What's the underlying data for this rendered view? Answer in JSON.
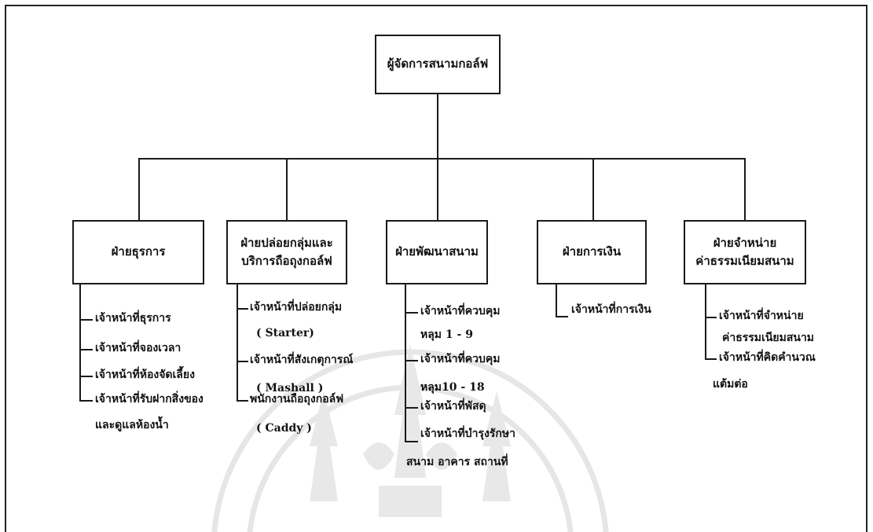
{
  "top": {
    "label": "ผู้จัดการสนามกอล์ฟ"
  },
  "departments": [
    {
      "label_lines": [
        "ฝ่ายธุรการ"
      ],
      "items": [
        {
          "text": "เจ้าหน้าที่ธุรการ"
        },
        {
          "text": "เจ้าหน้าที่จองเวลา"
        },
        {
          "text": "เจ้าหน้าที่ห้องจัดเลี้ยง"
        },
        {
          "text": "เจ้าหน้าที่รับฝากสิ่งของ",
          "cont": "และดูแลห้องน้ำ"
        }
      ]
    },
    {
      "label_lines": [
        "ฝ่ายปล่อยกลุ่มและ",
        "บริการถือถุงกอล์ฟ"
      ],
      "items": [
        {
          "text": "เจ้าหน้าที่ปล่อยกลุ่ม",
          "cont": "( Starter)"
        },
        {
          "text": "เจ้าหน้าที่สังเกตุการณ์",
          "cont": "( Mashall )"
        },
        {
          "text": "พนักงานถือถุงกอล์ฟ",
          "cont": "( Caddy )"
        }
      ]
    },
    {
      "label_lines": [
        "ฝ่ายพัฒนาสนาม"
      ],
      "items": [
        {
          "text": "เจ้าหน้าที่ควบคุม",
          "cont": "หลุม 1 - 9"
        },
        {
          "text": "เจ้าหน้าที่ควบคุม",
          "cont": "หลุม10 - 18"
        },
        {
          "text": "เจ้าหน้าที่พัสดุ"
        },
        {
          "text": "เจ้าหน้าที่บำรุงรักษา",
          "cont": "สนาม อาคาร สถานที่"
        }
      ]
    },
    {
      "label_lines": [
        "ฝ่ายการเงิน"
      ],
      "items": [
        {
          "text": "เจ้าหน้าที่การเงิน"
        }
      ]
    },
    {
      "label_lines": [
        "ฝ่ายจำหน่าย",
        "ค่าธรรมเนียมสนาม"
      ],
      "items": [
        {
          "text": "เจ้าหน้าที่จำหน่าย",
          "cont": "ค่าธรรมเนียมสนาม"
        },
        {
          "text": "เจ้าหน้าที่คิดคำนวณ",
          "cont": "แต้มต่อ"
        }
      ]
    }
  ]
}
